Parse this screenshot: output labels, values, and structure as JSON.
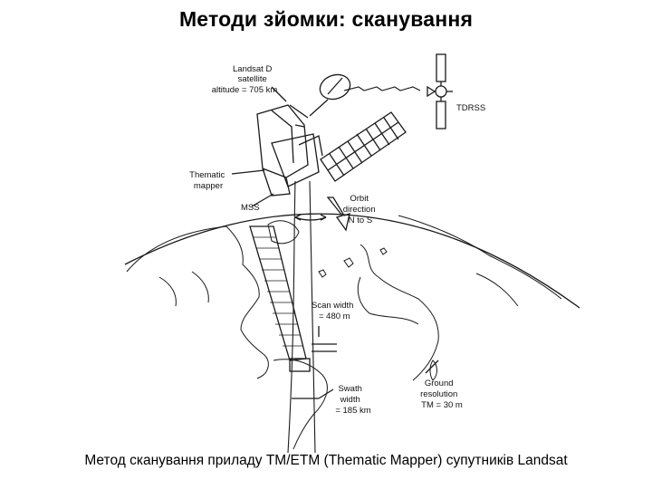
{
  "slide": {
    "title": "Методи зйомки: сканування",
    "caption": "Метод сканування приладу TM/ETM (Thematic Mapper) супутників Landsat"
  },
  "diagram": {
    "satellite_label": [
      "Landsat D",
      "satellite",
      "altitude = 705 km"
    ],
    "tdrss_label": "TDRSS",
    "thematic_mapper_label": [
      "Thematic",
      "mapper"
    ],
    "mss_label": "MSS",
    "orbit_label": [
      "Orbit",
      "direction",
      "N to S"
    ],
    "scan_width_label": [
      "Scan width",
      "= 480 m"
    ],
    "swath_label": [
      "Swath",
      "width",
      "= 185 km"
    ],
    "ground_resolution_label": [
      "Ground",
      "resolution",
      "TM = 30 m"
    ]
  },
  "colors": {
    "ink": "#1a1a1a",
    "background": "#ffffff"
  }
}
